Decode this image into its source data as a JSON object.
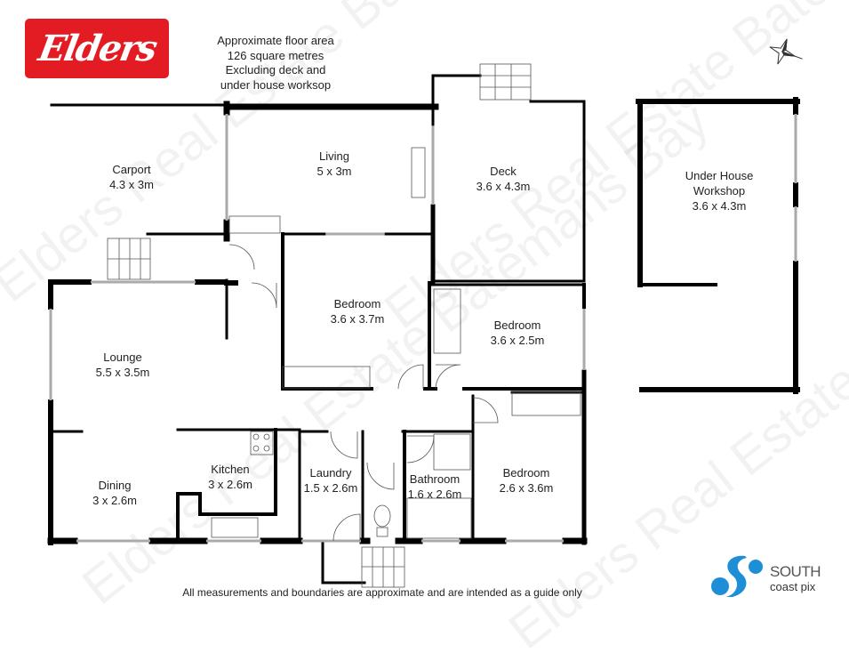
{
  "logo": {
    "text": "Elders",
    "color": "#e31b23"
  },
  "area_note": {
    "lines": [
      "Approximate floor area",
      "126 square metres",
      "Excluding deck and",
      "under house worksop"
    ]
  },
  "rooms": [
    {
      "name": "Carport",
      "size": "4.3 x 3m"
    },
    {
      "name": "Living",
      "size": "5 x 3m"
    },
    {
      "name": "Deck",
      "size": "3.6 x 4.3m"
    },
    {
      "name": "Under House Workshop",
      "name_lines": [
        "Under House",
        "Workshop"
      ],
      "size": "3.6 x 4.3m"
    },
    {
      "name": "Bedroom",
      "size": "3.6 x 3.7m"
    },
    {
      "name": "Bedroom",
      "size": "3.6 x 2.5m"
    },
    {
      "name": "Lounge",
      "size": "5.5 x 3.5m"
    },
    {
      "name": "Kitchen",
      "size": "3 x 2.6m"
    },
    {
      "name": "Dining",
      "size": "3 x 2.6m"
    },
    {
      "name": "Laundry",
      "size": "1.5 x 2.6m"
    },
    {
      "name": "Bathroom",
      "size": "1.6 x 2.6m"
    },
    {
      "name": "Bedroom",
      "size": "2.6 x 3.6m"
    }
  ],
  "disclaimer": "All measurements and boundaries are approximate and are intended as a guide only",
  "watermark": "Elders Real Estate Batemans Bay",
  "branding": {
    "line1": "SOUTH",
    "line2": "coast pix",
    "color": "#1e8fd6"
  },
  "compass_icon": "compass-rose-icon"
}
